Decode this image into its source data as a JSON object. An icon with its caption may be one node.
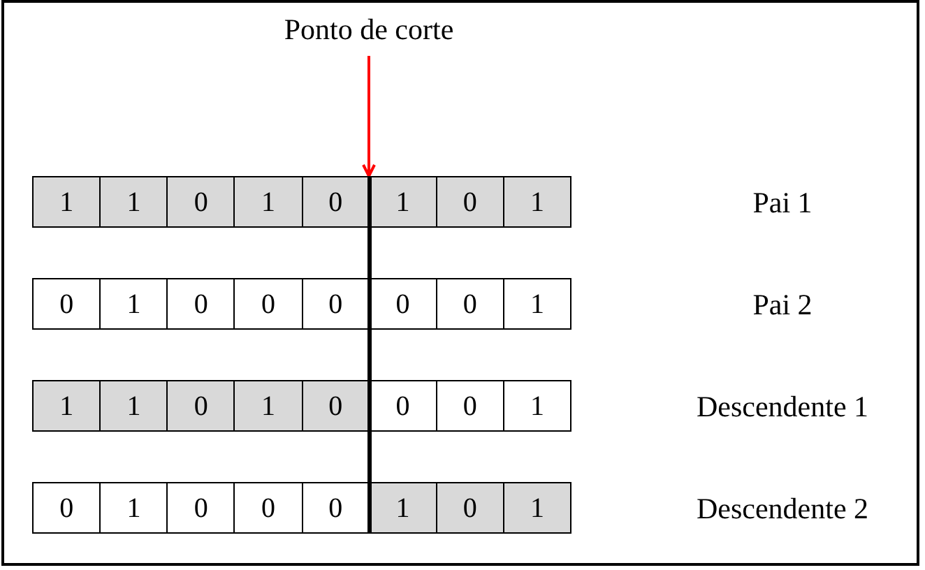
{
  "diagram": {
    "nodes": [
      {
        "text": [
          "Ponto de corte"
        ]
      },
      {
        "text": [],
        "shape": "box"
      },
      {
        "text": [
          "1"
        ],
        "in": 1
      },
      {
        "text": [
          "1"
        ],
        "in": 1
      },
      {
        "text": [
          "0"
        ],
        "in": 1
      },
      {
        "text": [
          "1"
        ],
        "in": 1
      },
      {
        "text": [
          "0"
        ],
        "in": 1
      },
      {
        "text": [
          "1"
        ],
        "in": 1
      },
      {
        "text": [
          "0"
        ],
        "in": 1
      },
      {
        "text": [
          "1"
        ],
        "in": 1
      },
      {
        "text": [],
        "shape": "box"
      },
      {
        "text": [
          "0"
        ],
        "in": 10
      },
      {
        "text": [
          "1"
        ],
        "in": 10
      },
      {
        "text": [
          "0"
        ],
        "in": 10
      },
      {
        "text": [
          "0"
        ],
        "in": 10
      },
      {
        "text": [
          "0"
        ],
        "in": 10
      },
      {
        "text": [
          "0"
        ],
        "in": 10
      },
      {
        "text": [
          "0"
        ],
        "in": 10
      },
      {
        "text": [
          "1"
        ],
        "in": 10
      },
      {
        "text": [],
        "shape": "box"
      },
      {
        "text": [
          "1"
        ],
        "in": 19
      },
      {
        "text": [
          "1"
        ],
        "in": 19
      },
      {
        "text": [
          "0"
        ],
        "in": 19
      },
      {
        "text": [
          "1"
        ],
        "in": 19
      },
      {
        "text": [
          "0"
        ],
        "in": 19
      },
      {
        "text": [
          "0"
        ],
        "in": 19
      },
      {
        "text": [
          "0"
        ],
        "in": 19
      },
      {
        "text": [
          "1"
        ],
        "in": 19
      },
      {
        "text": [],
        "shape": "box"
      },
      {
        "text": [
          "0"
        ],
        "in": 28
      },
      {
        "text": [
          "1"
        ],
        "in": 28
      },
      {
        "text": [
          "0"
        ],
        "in": 28
      },
      {
        "text": [
          "0"
        ],
        "in": 28
      },
      {
        "text": [
          "0"
        ],
        "in": 28
      },
      {
        "text": [
          "1"
        ],
        "in": 28
      },
      {
        "text": [
          "0"
        ],
        "in": 28
      },
      {
        "text": [
          "1"
        ],
        "in": 28
      },
      {
        "text": [],
        "shape": "bar"
      }
    ],
    "edges": [
      {
        "from": 0,
        "to": 37,
        "arrow": "to",
        "color": "#ff0000"
      }
    ],
    "labels": [
      "Pai 1",
      "Pai 2",
      "Descendente 1",
      "Descendente 2"
    ]
  }
}
